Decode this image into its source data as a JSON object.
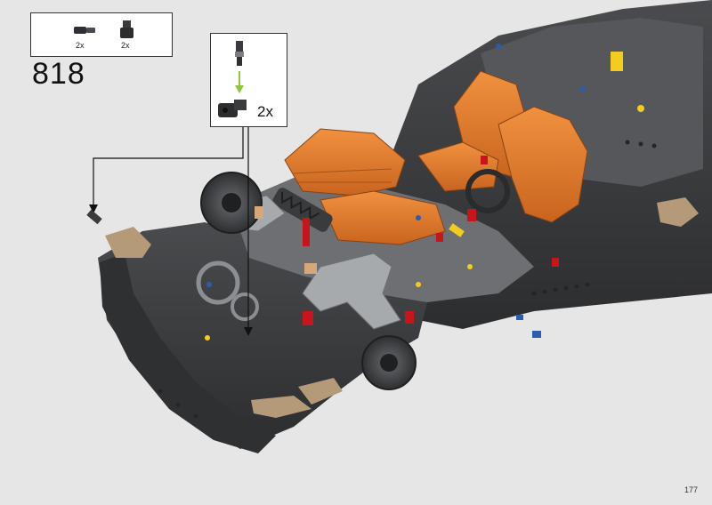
{
  "step_number": "818",
  "page_number": "177",
  "parts_list": [
    {
      "icon": "axle-pin-icon",
      "qty": "2x"
    },
    {
      "icon": "connector-icon",
      "qty": "2x"
    }
  ],
  "callout": {
    "qty": "2x"
  },
  "colors": {
    "background": "#e6e6e6",
    "body_dark": "#3a3b3d",
    "body_mid": "#5a5b5e",
    "orange": "#e07a2e",
    "tan": "#b59a7a",
    "light_gray": "#9ea1a4",
    "red": "#c8151b",
    "yellow": "#f2cc1f",
    "blue": "#2a5db0",
    "arrow_green": "#8dc63f"
  }
}
